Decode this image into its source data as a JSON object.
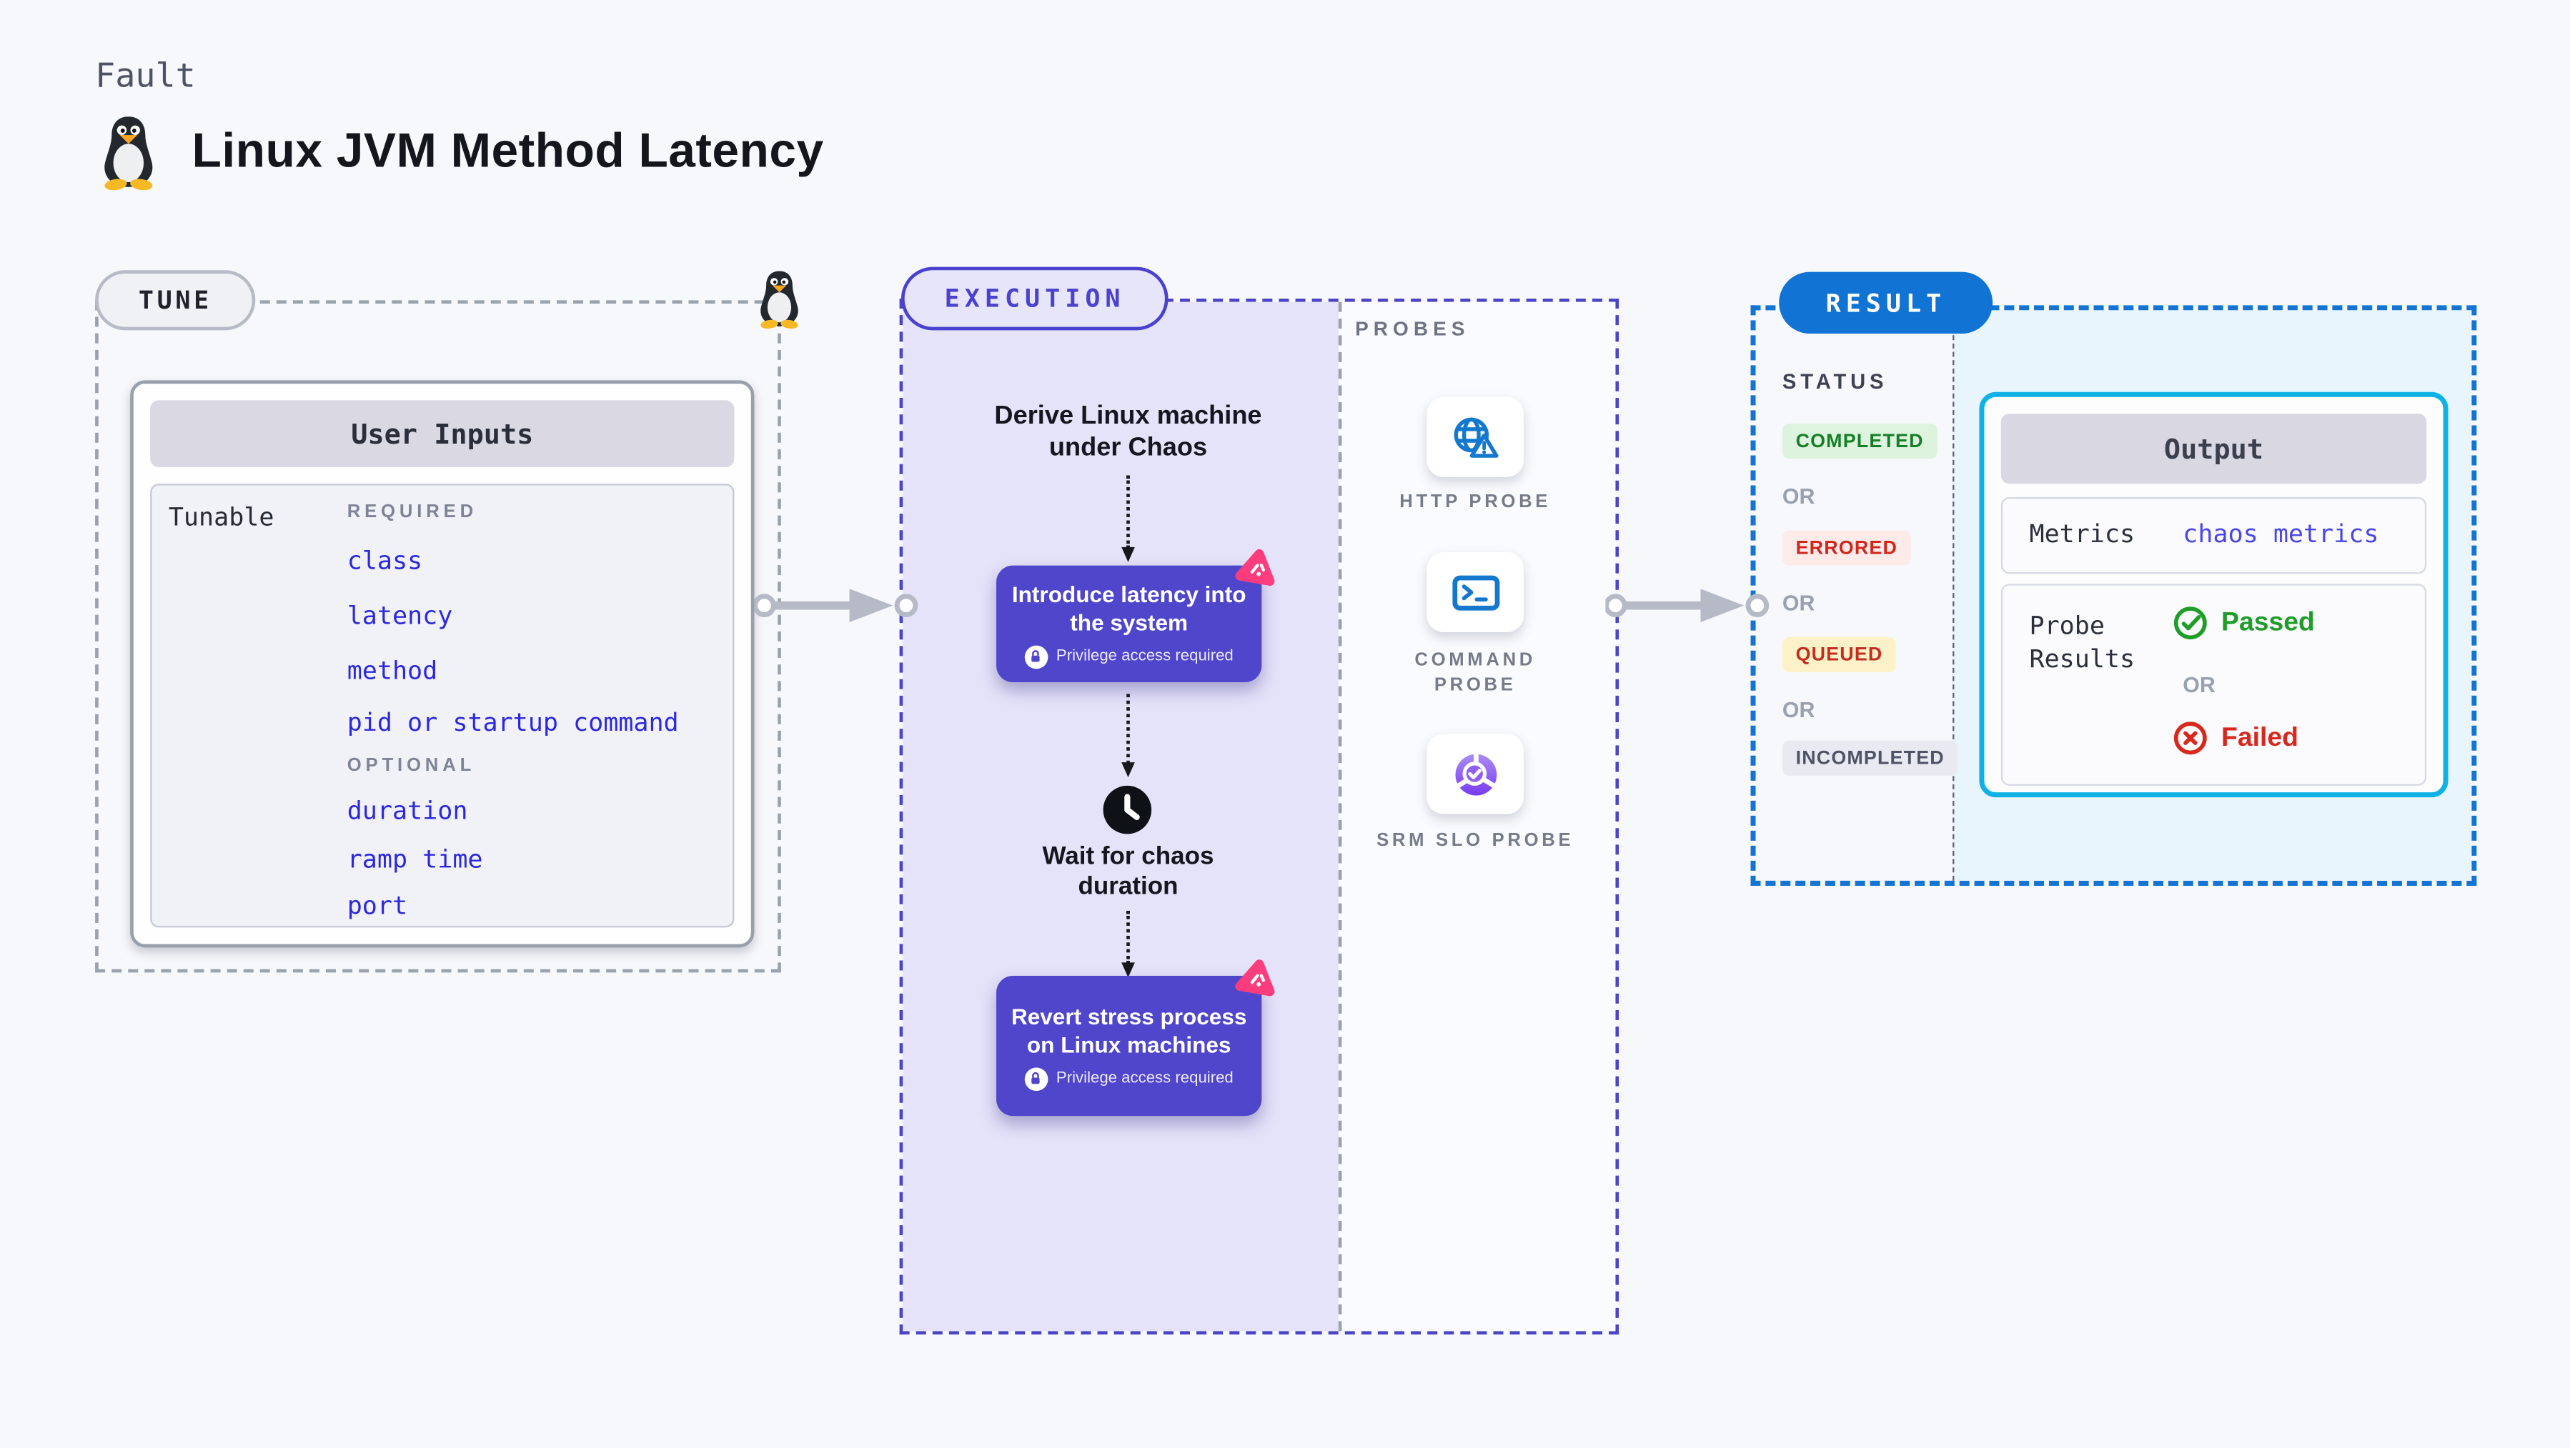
{
  "header": {
    "fault_label": "Fault",
    "title": "Linux JVM Method Latency"
  },
  "tune": {
    "badge_label": "TUNE",
    "user_inputs_title": "User Inputs",
    "tunable_label": "Tunable",
    "required_label": "REQUIRED",
    "optional_label": "OPTIONAL",
    "required_fields": [
      "class",
      "latency",
      "method",
      "pid or startup command"
    ],
    "optional_fields": [
      "duration",
      "ramp time",
      "port"
    ]
  },
  "execution": {
    "badge_label": "EXECUTION",
    "derive_step": "Derive Linux machine under Chaos",
    "action1_title": "Introduce latency into the system",
    "wait_step": "Wait for chaos duration",
    "action2_title": "Revert stress process on Linux machines",
    "privilege_note": "Privilege access required"
  },
  "probes": {
    "section_label": "PROBES",
    "items": [
      {
        "name": "HTTP PROBE",
        "icon": "globe-warning-icon"
      },
      {
        "name": "COMMAND PROBE",
        "icon": "terminal-icon"
      },
      {
        "name": "SRM SLO PROBE",
        "icon": "slo-pie-check-icon"
      }
    ]
  },
  "result": {
    "badge_label": "RESULT",
    "status_label": "STATUS",
    "or_label": "OR",
    "statuses": [
      {
        "label": "COMPLETED"
      },
      {
        "label": "ERRORED"
      },
      {
        "label": "QUEUED"
      },
      {
        "label": "INCOMPLETED"
      }
    ],
    "output_title": "Output",
    "metrics_label": "Metrics",
    "metrics_value": "chaos metrics",
    "probe_results_label": "Probe Results",
    "passed_label": "Passed",
    "failed_label": "Failed"
  },
  "colors": {
    "indigo_accent": "#4f46cb",
    "execution_border": "#4c43c8",
    "result_blue": "#1173d3",
    "output_cyan": "#10b2e6",
    "pink_experiment": "#fb3d7d",
    "field_link_blue": "#2d28dd",
    "passed_green": "#1f9d28",
    "failed_red": "#d7281d",
    "completed_green": "#157f28",
    "errored_red": "#d0271c",
    "queued_amber_bg": "#fdf1c8",
    "lavender_panel": "#e5e3f9",
    "cyan_panel": "#e8f5fd"
  }
}
